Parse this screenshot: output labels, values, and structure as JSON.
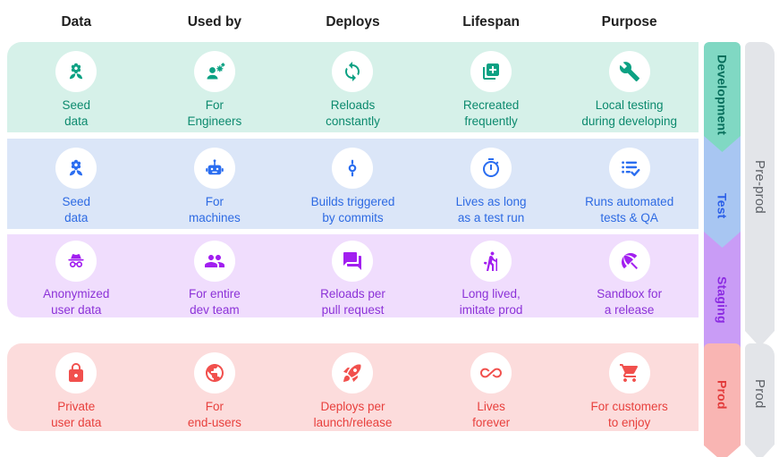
{
  "columns": [
    "Data",
    "Used by",
    "Deploys",
    "Lifespan",
    "Purpose"
  ],
  "rows": [
    {
      "name": "Development",
      "cells": [
        {
          "icon": "seed-icon",
          "line1": "Seed",
          "line2": "data"
        },
        {
          "icon": "engineer-icon",
          "line1": "For",
          "line2": "Engineers"
        },
        {
          "icon": "sync-icon",
          "line1": "Reloads",
          "line2": "constantly"
        },
        {
          "icon": "library-add-icon",
          "line1": "Recreated",
          "line2": "frequently"
        },
        {
          "icon": "wrench-icon",
          "line1": "Local testing",
          "line2": "during developing"
        }
      ]
    },
    {
      "name": "Test",
      "cells": [
        {
          "icon": "seed-icon",
          "line1": "Seed",
          "line2": "data"
        },
        {
          "icon": "robot-icon",
          "line1": "For",
          "line2": "machines"
        },
        {
          "icon": "commit-icon",
          "line1": "Builds triggered",
          "line2": "by commits"
        },
        {
          "icon": "timer-icon",
          "line1": "Lives as long",
          "line2": "as a test run"
        },
        {
          "icon": "checklist-icon",
          "line1": "Runs automated",
          "line2": "tests & QA"
        }
      ]
    },
    {
      "name": "Staging",
      "cells": [
        {
          "icon": "incognito-icon",
          "line1": "Anonymized",
          "line2": "user data"
        },
        {
          "icon": "group-icon",
          "line1": "For entire",
          "line2": "dev team"
        },
        {
          "icon": "forum-icon",
          "line1": "Reloads per",
          "line2": "pull request"
        },
        {
          "icon": "hiking-icon",
          "line1": "Long lived,",
          "line2": "imitate prod"
        },
        {
          "icon": "umbrella-icon",
          "line1": "Sandbox for",
          "line2": "a release"
        }
      ]
    },
    {
      "name": "Prod",
      "cells": [
        {
          "icon": "lock-icon",
          "line1": "Private",
          "line2": "user data"
        },
        {
          "icon": "globe-icon",
          "line1": "For",
          "line2": "end-users"
        },
        {
          "icon": "rocket-icon",
          "line1": "Deploys per",
          "line2": "launch/release"
        },
        {
          "icon": "infinity-icon",
          "line1": "Lives",
          "line2": "forever"
        },
        {
          "icon": "cart-icon",
          "line1": "For customers",
          "line2": "to enjoy"
        }
      ]
    }
  ],
  "ribbons": [
    {
      "label": "Development"
    },
    {
      "label": "Test"
    },
    {
      "label": "Staging"
    },
    {
      "label": "Prod"
    }
  ],
  "stage_groups": [
    {
      "label": "Pre-prod"
    },
    {
      "label": "Prod"
    }
  ],
  "colors": {
    "header_text": "#1f1f1f",
    "card_circle": "#ffffff",
    "dev_bg": "#d6f1e9",
    "dev_text": "#0c8a6e",
    "dev_icon": "#0ca183",
    "dev_ribbon": "#80d8c3",
    "dev_ribbon_text": "#086f5c",
    "test_bg": "#dbe6f8",
    "test_text": "#2d6ae3",
    "test_icon": "#2a6df0",
    "test_ribbon": "#a8c6f2",
    "test_ribbon_text": "#2b5fe8",
    "staging_bg": "#f0ddfd",
    "staging_text": "#8c32d8",
    "staging_icon": "#a21ff0",
    "staging_ribbon": "#c99cf6",
    "staging_ribbon_text": "#8c2be2",
    "prod_bg": "#fcdcdc",
    "prod_text": "#e8403d",
    "prod_icon": "#f1504d",
    "prod_ribbon": "#f9b5b3",
    "prod_ribbon_text": "#e23b3b",
    "gray_ribbon": "#e3e5e9",
    "gray_text": "#5c6066"
  }
}
